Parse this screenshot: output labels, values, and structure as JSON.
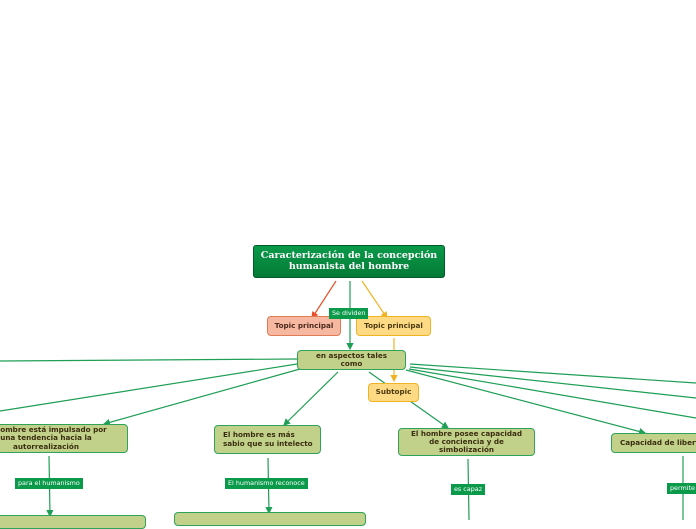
{
  "central_topic": "Caracterización de la concepción humanista del hombre",
  "topics": {
    "topic_principal_1": "Topic principal",
    "topic_principal_2": "Topic principal",
    "subtopic": "Subtopic",
    "aspectos": "en aspectos tales como",
    "impulsado": "El hombre está impulsado por una tendencia hacia la autorrealización",
    "sabio": "El hombre es más sabio que su intelecto",
    "capacidad_conciencia": "El hombre posee capacidad de conciencia y de simbolización",
    "capacidad_libertad": "Capacidad de libertad"
  },
  "links": {
    "se_dividen": "Se dividen",
    "para_el_humanismo": "para el humanismo",
    "el_humanismo_reconoce": "El humanismo reconoce",
    "es_capaz": "es capaz",
    "permite": "permite"
  },
  "colors": {
    "central": "#047a36",
    "link_green": "#0a9a4a",
    "topic_green": "#c2d18a",
    "topic_red": "#f7b8a2",
    "topic_yellow": "#ffda85",
    "edge_red": "#e8502a",
    "edge_yellow": "#f0b323"
  }
}
